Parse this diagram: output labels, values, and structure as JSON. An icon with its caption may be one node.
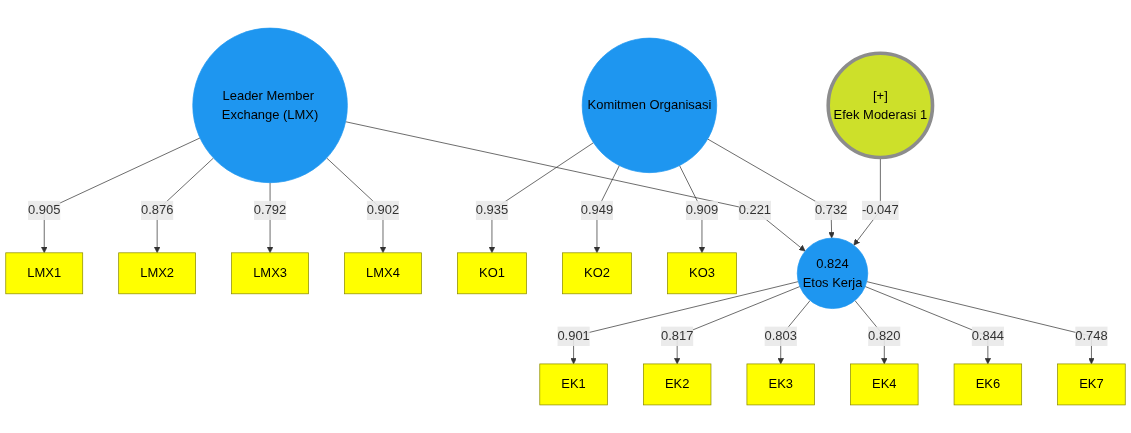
{
  "diagram": {
    "nodes": [
      {
        "text": [
          "KO1"
        ]
      },
      {
        "text": [
          "KO2"
        ]
      },
      {
        "text": [
          "KO3"
        ]
      },
      {
        "text": [
          "Komitmen Organisasi"
        ]
      },
      {
        "text": [
          "[+]",
          "Efek Moderasi 1"
        ]
      },
      {
        "text": [
          "LMX1"
        ]
      },
      {
        "text": [
          "LMX2"
        ]
      },
      {
        "text": [
          "LMX3"
        ]
      },
      {
        "text": [
          "LMX4"
        ]
      },
      {
        "text": [
          "Leader Member Exchange (LMX)"
        ]
      },
      {
        "text": [
          "0.824",
          "Etos Kerja"
        ]
      },
      {
        "text": [
          "EK1"
        ]
      },
      {
        "text": [
          "EK2"
        ]
      },
      {
        "text": [
          "EK3"
        ]
      },
      {
        "text": [
          "EK4"
        ]
      },
      {
        "text": [
          "EK6"
        ]
      },
      {
        "text": [
          "EK7"
        ]
      }
    ],
    "edges": [
      {
        "from": 3,
        "to": 0,
        "arrow": "to",
        "label": "0.935"
      },
      {
        "from": 3,
        "to": 1,
        "arrow": "to",
        "label": "0.949"
      },
      {
        "from": 3,
        "to": 2,
        "arrow": "to",
        "label": "0.909"
      },
      {
        "from": 9,
        "to": 5,
        "arrow": "to",
        "label": "0.905"
      },
      {
        "from": 9,
        "to": 6,
        "arrow": "to",
        "label": "0.876"
      },
      {
        "from": 9,
        "to": 7,
        "arrow": "to",
        "label": "0.792"
      },
      {
        "from": 9,
        "to": 8,
        "arrow": "to",
        "label": "0.902"
      },
      {
        "from": 9,
        "to": 10,
        "arrow": "to",
        "label": "0.221"
      },
      {
        "from": 3,
        "to": 10,
        "arrow": "to",
        "label": "0.732"
      },
      {
        "from": 4,
        "to": 10,
        "arrow": "to",
        "label": "-0.047"
      },
      {
        "from": 10,
        "to": 11,
        "arrow": "to",
        "label": "0.901"
      },
      {
        "from": 10,
        "to": 12,
        "arrow": "to",
        "label": "0.817"
      },
      {
        "from": 10,
        "to": 13,
        "arrow": "to",
        "label": "0.803"
      },
      {
        "from": 10,
        "to": 14,
        "arrow": "to",
        "label": "0.820"
      },
      {
        "from": 10,
        "to": 15,
        "arrow": "to",
        "label": "0.844"
      },
      {
        "from": 10,
        "to": 16,
        "arrow": "to",
        "label": "0.748"
      }
    ]
  }
}
